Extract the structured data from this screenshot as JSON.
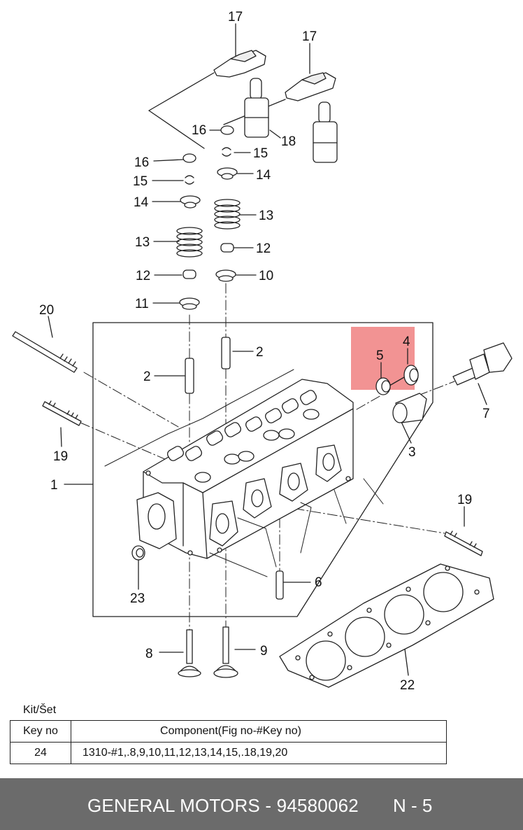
{
  "callouts": {
    "c17a": "17",
    "c17b": "17",
    "c16a": "16",
    "c16b": "16",
    "c18": "18",
    "c15a": "15",
    "c15b": "15",
    "c14a": "14",
    "c14b": "14",
    "c13a": "13",
    "c13b": "13",
    "c12a": "12",
    "c12b": "12",
    "c10": "10",
    "c11": "11",
    "c20": "20",
    "c2a": "2",
    "c2b": "2",
    "c4": "4",
    "c5": "5",
    "c7": "7",
    "c19a": "19",
    "c3": "3",
    "c1": "1",
    "c19b": "19",
    "c23": "23",
    "c6": "6",
    "c8": "8",
    "c9": "9",
    "c22": "22"
  },
  "highlight_color": "#f08080",
  "kit": {
    "label": "Kit/Šet",
    "headers": [
      "Key no",
      "Component(Fig no-#Key no)"
    ],
    "rows": [
      {
        "key_no": "24",
        "component": "1310-#1,.8,9,10,11,12,13,14,15,.18,19,20"
      }
    ]
  },
  "footer": {
    "text": "GENERAL MOTORS - 94580062",
    "page": "N - 5",
    "background": "#6b6b6b"
  }
}
